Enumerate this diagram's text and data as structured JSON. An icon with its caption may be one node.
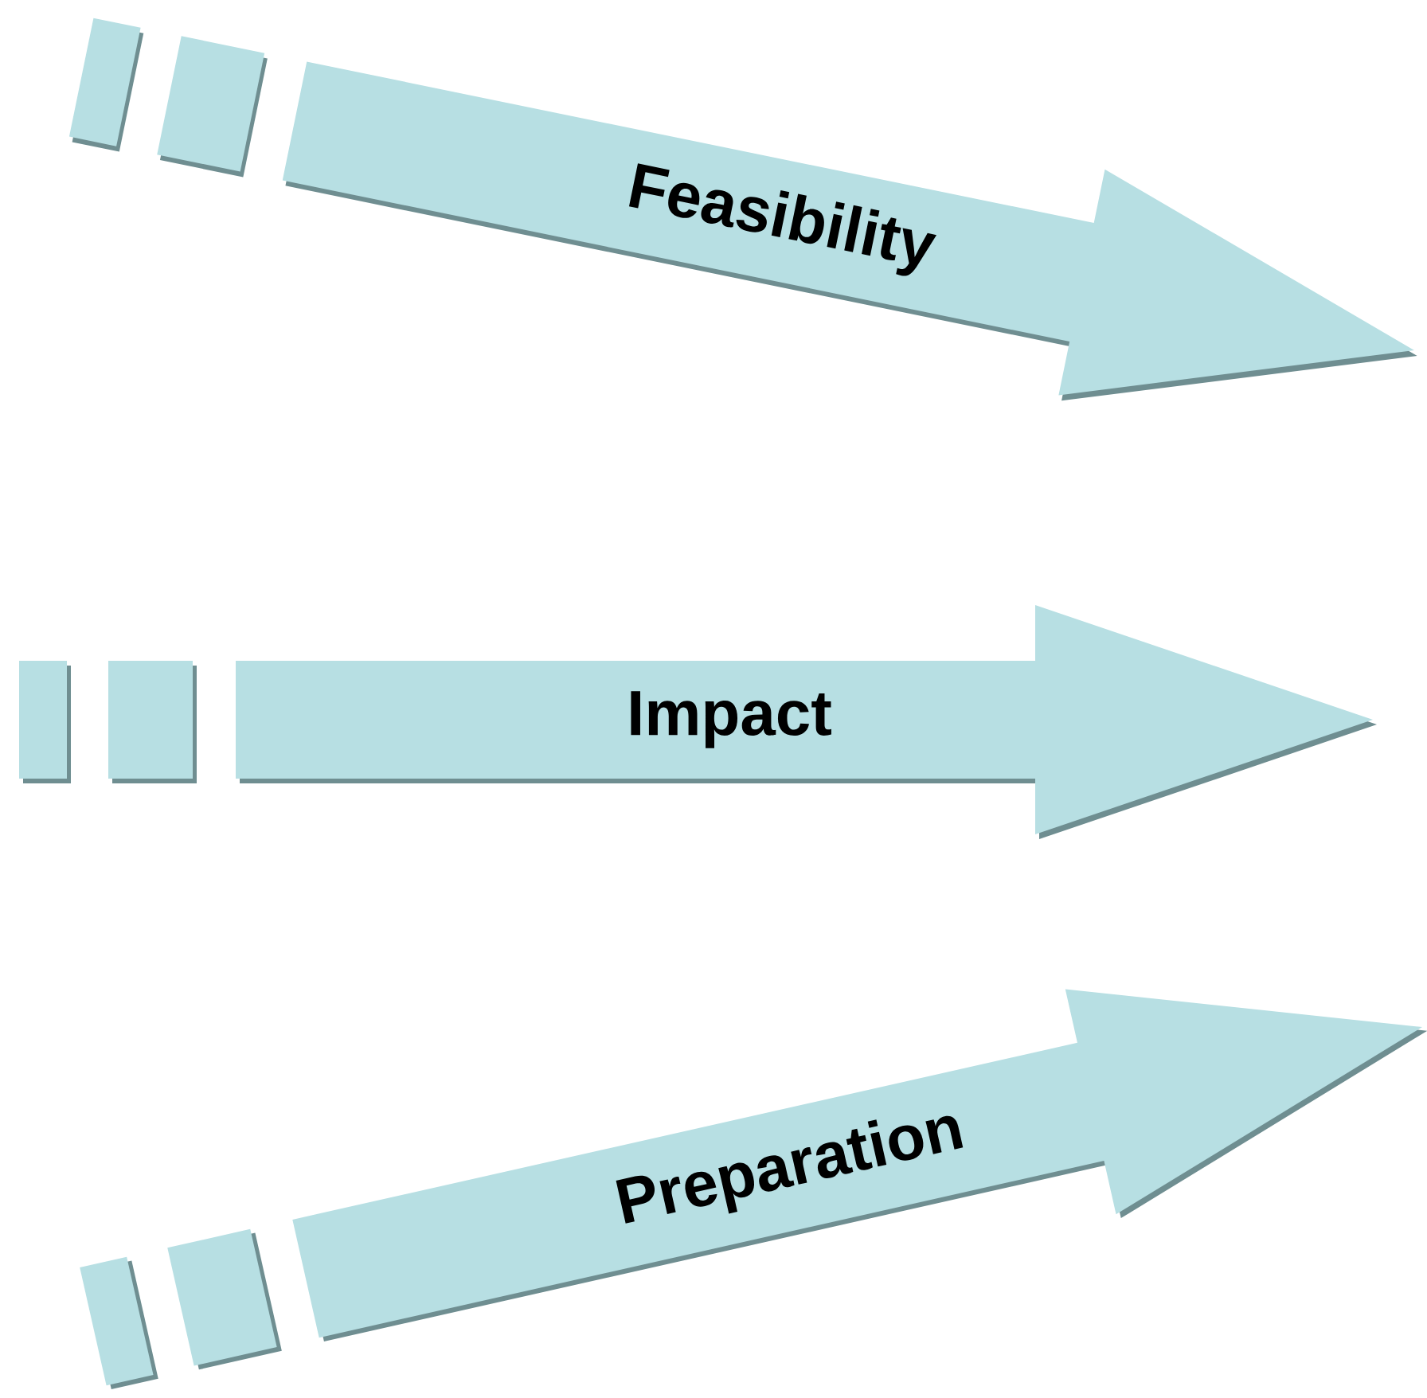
{
  "diagram": {
    "nodes": [
      {
        "text": [
          "Feasibility"
        ]
      },
      {
        "text": [
          "Impact"
        ]
      },
      {
        "text": [
          "Preparation"
        ]
      }
    ]
  }
}
